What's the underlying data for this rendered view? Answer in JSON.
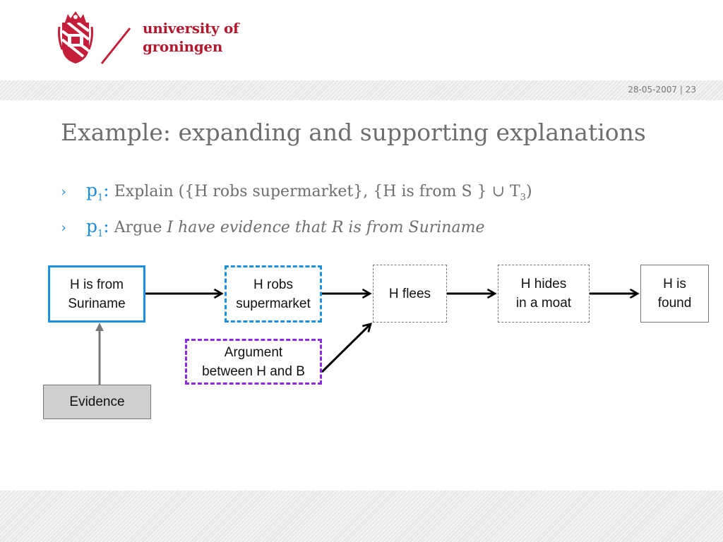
{
  "header": {
    "logo_line1": "university of",
    "logo_line2": "groningen",
    "date": "28-05-2007",
    "separator": "|",
    "page_number": "23"
  },
  "slide": {
    "title": "Example: expanding and supporting explanations",
    "bullets": [
      {
        "marker": "›",
        "prop": "p",
        "prop_sub": "1",
        "colon": ":",
        "text": " Explain ({H robs supermarket}, {H is from S } ∪ T",
        "text_sub": "3",
        "text_end": ")"
      },
      {
        "marker": "›",
        "prop": "p",
        "prop_sub": "1",
        "colon": ":",
        "text": " Argue ",
        "text_italic": "I have evidence that R is from Suriname"
      }
    ]
  },
  "diagram": {
    "nodes": {
      "h_from_suriname": "H is from\nSuriname",
      "h_robs_supermarket": "H robs\nsupermarket",
      "h_flees": "H flees",
      "h_hides_in_moat": "H hides\nin a moat",
      "h_is_found": "H is\nfound",
      "argument": "Argument\nbetween H and B",
      "evidence": "Evidence"
    },
    "colors": {
      "accent_blue": "#1d8fe0",
      "argument_purple": "#8a2be2",
      "brand_red": "#b4182e",
      "evidence_fill": "#cfcfcf"
    }
  }
}
